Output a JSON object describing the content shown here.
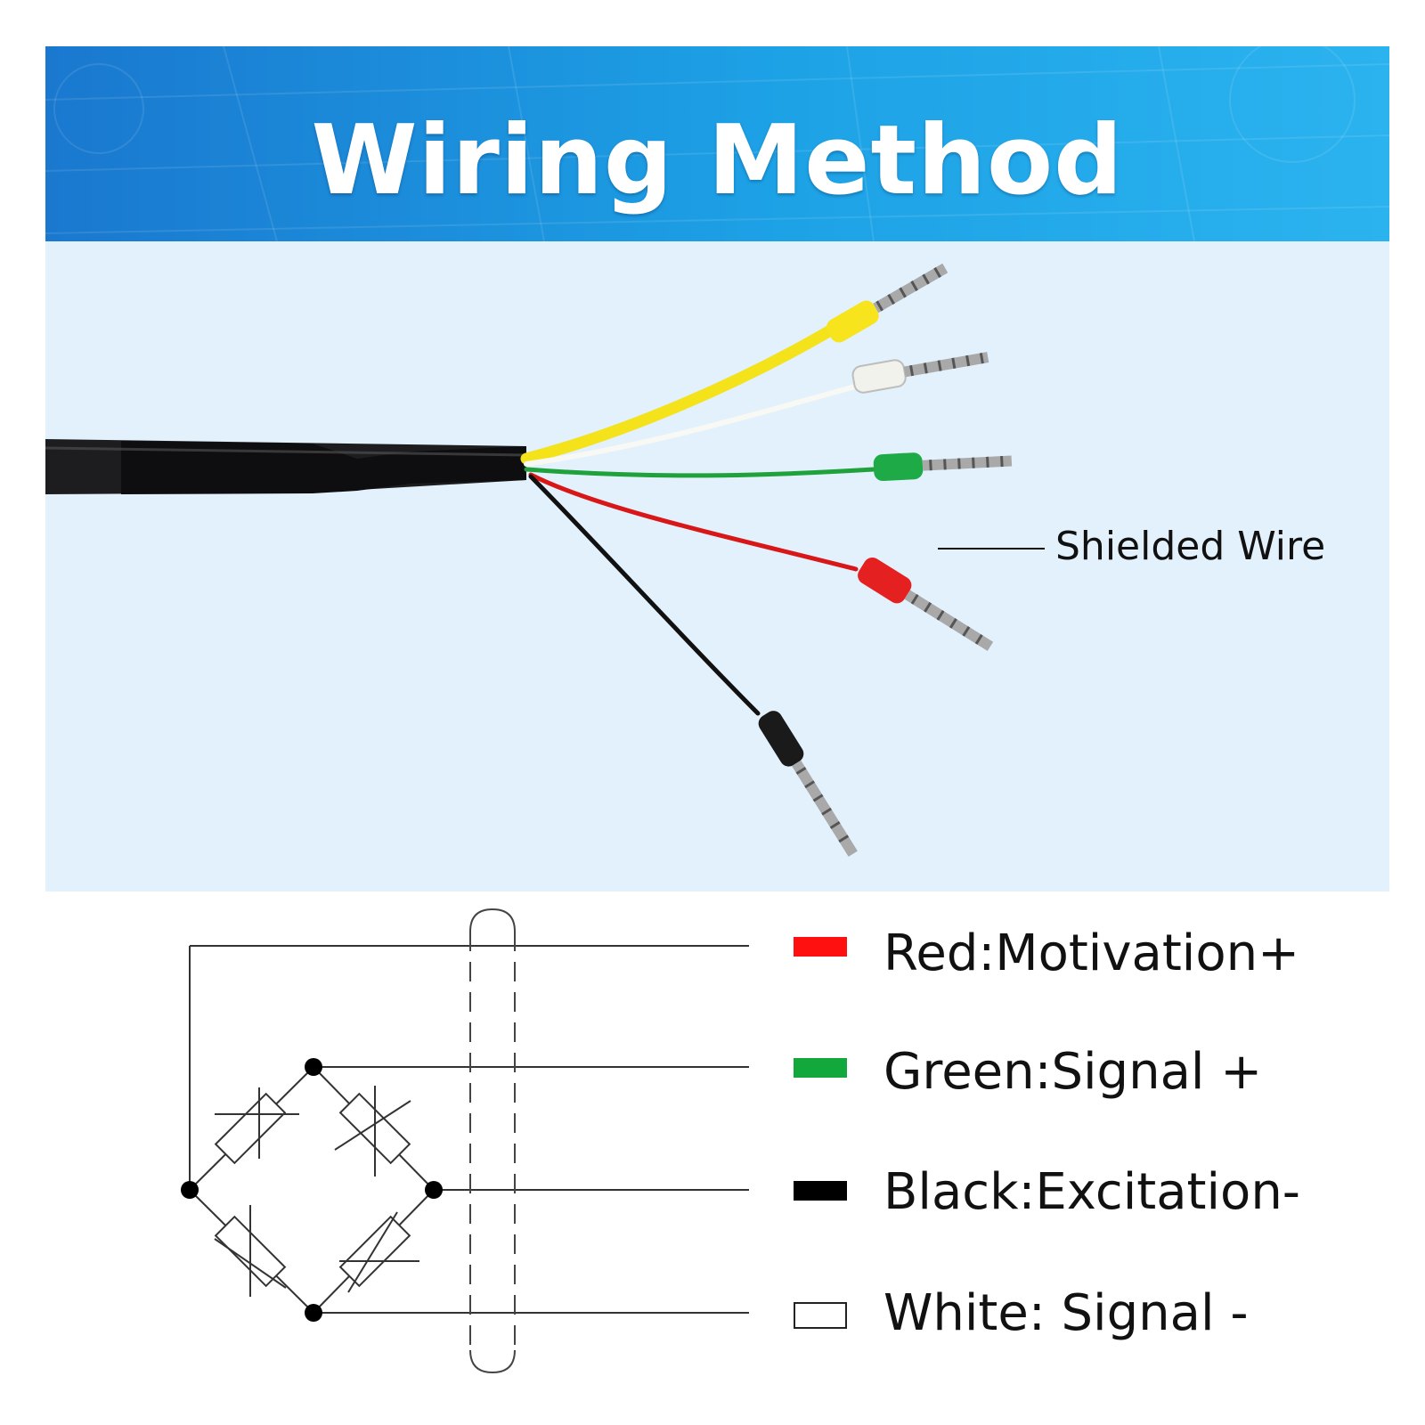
{
  "header": {
    "title": "Wiring Method"
  },
  "photo": {
    "callout": "Shielded Wire"
  },
  "legend": [
    {
      "label": "Red:Motivation+",
      "color": "#ff1010"
    },
    {
      "label": "Green:Signal +",
      "color": "#12a83c"
    },
    {
      "label": "Black:Excitation-",
      "color": "#000000"
    },
    {
      "label": "White: Signal -",
      "color": "#ffffff"
    }
  ]
}
